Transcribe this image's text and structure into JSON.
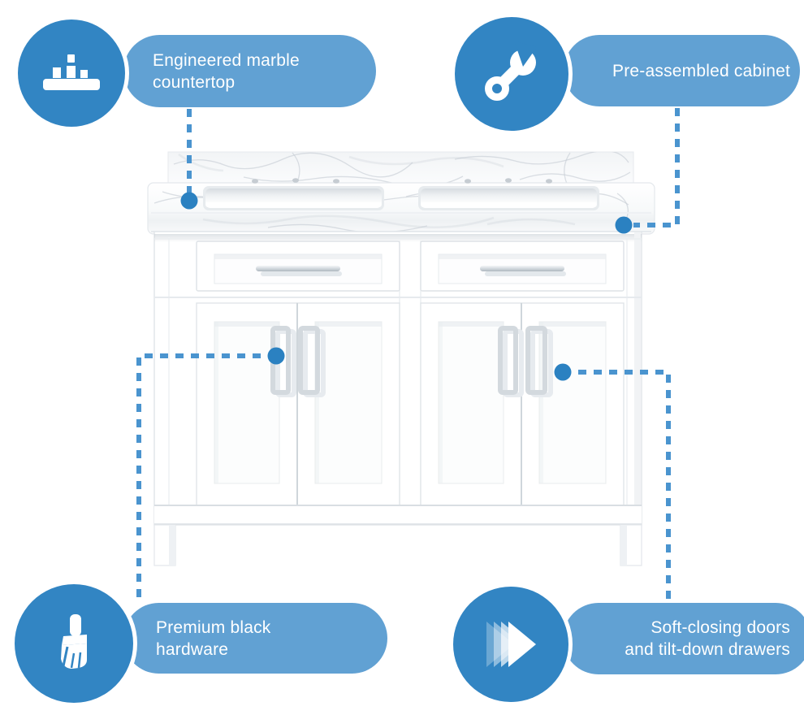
{
  "callouts": {
    "countertop": {
      "line1": "Engineered marble",
      "line2": "countertop",
      "icon": "countertop-icon"
    },
    "cabinet": {
      "line1": "Pre-assembled cabinet",
      "icon": "wrench-icon"
    },
    "hardware": {
      "line1": "Premium black",
      "line2": "hardware",
      "icon": "brush-icon"
    },
    "softclose": {
      "line1": "Soft-closing doors",
      "line2": "and tilt-down drawers",
      "icon": "soft-close-triangles-icon"
    }
  },
  "colors": {
    "circle_blue": "#3285c3",
    "pill_blue": "#61a1d3",
    "leader_blue": "#4a94cf",
    "dot_blue": "#2b81c1",
    "label_text": "#ffffff"
  }
}
